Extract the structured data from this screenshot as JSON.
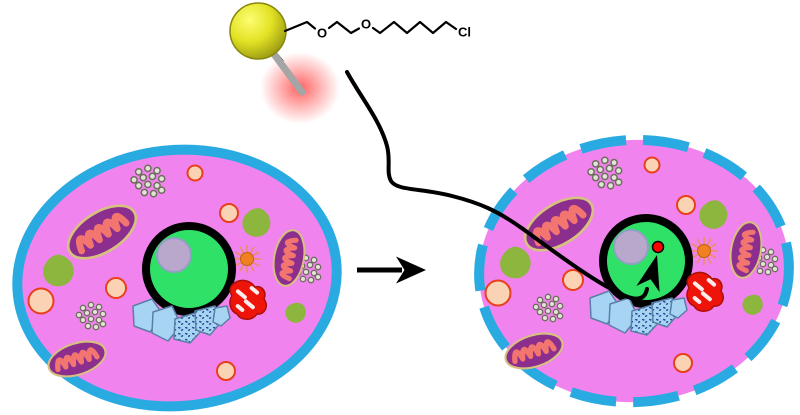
{
  "chem": {
    "o1": "O",
    "o2": "O",
    "cl": "Cl"
  },
  "colors": {
    "membrane": "#29ABE2",
    "cytoplasm": "#F183EE",
    "nucleus_fill": "#2FE166",
    "nucleolus_fill": "#B9A7CC",
    "nucleolus_border": "#8FA0C2",
    "mitochondrion_fill": "#8C2E8E",
    "mitochondrion_outline": "#D6C27E",
    "cristae": "#F2756F",
    "green_body": "#8CB63E",
    "vesicle_fill": "#FAD3B5",
    "vesicle_border": "#E8401C",
    "granule_fill": "#E3E3DA",
    "granule_border": "#6E6E5C",
    "centrosome_core": "#F08020",
    "centrosome_ray": "#E89060",
    "red_organelle": "#EE1409",
    "golgi_fill": "#A8D4F4",
    "golgi_border": "#5A7FA6",
    "golgi_speckle": "#1C3C8C",
    "bead_highlight": "#FDFD72",
    "bead_mid": "#E2E224",
    "bead_shadow": "#8F8F10",
    "probe_rod": "#A5A5A5",
    "glow": "#FF3C3C",
    "target_dot": "#FF0000",
    "ink": "#000000"
  }
}
